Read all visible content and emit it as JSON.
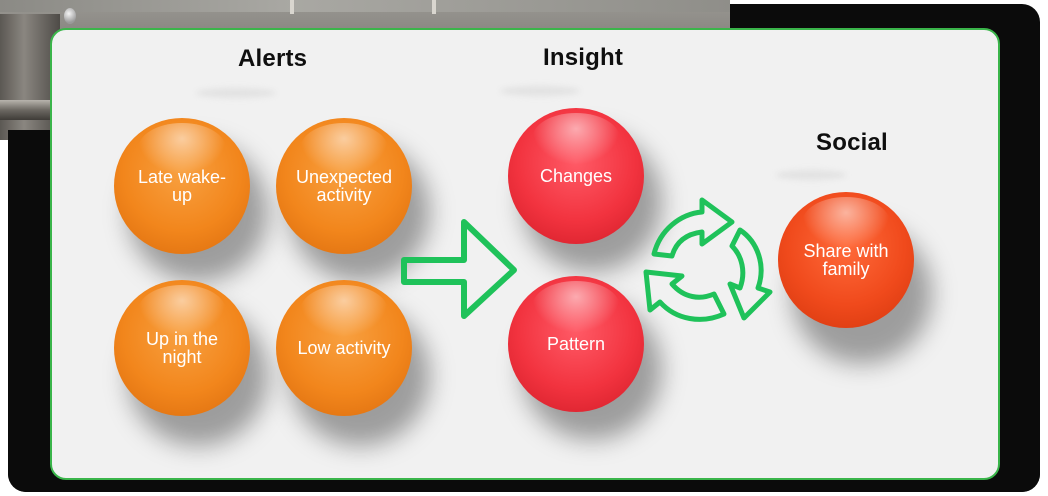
{
  "sections": {
    "alerts": {
      "title": "Alerts"
    },
    "insight": {
      "title": "Insight"
    },
    "social": {
      "title": "Social"
    }
  },
  "alerts_items": [
    "Late wake-\nup",
    "Unexpected\nactivity",
    "Up in the\nnight",
    "Low activity"
  ],
  "insight_items": [
    "Changes",
    "Pattern"
  ],
  "social_items": [
    "Share with\nfamily"
  ],
  "colors": {
    "alert": "#f2861c",
    "insight": "#f2333f",
    "social": "#f04a1c",
    "accent": "#3ab54a",
    "panel": "#f1f1f1",
    "frame": "#0b0b0b"
  },
  "icons": {
    "flow": "right-arrow-icon",
    "loop": "cycle-arrows-icon"
  }
}
